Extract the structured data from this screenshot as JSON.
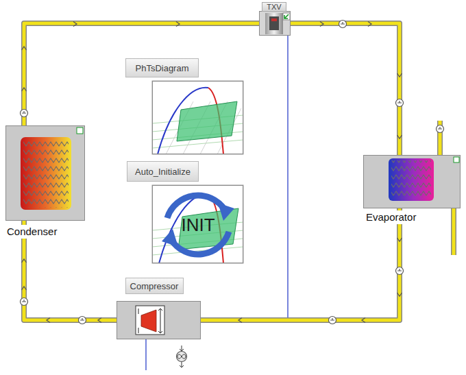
{
  "diagram": {
    "nodes": [
      {
        "text": [
          "TXV"
        ]
      },
      {
        "text": [
          "PhTsDiagram"
        ]
      },
      {
        "text": [
          "Auto_Initialize"
        ]
      },
      {
        "text": [
          "Condenser"
        ]
      },
      {
        "text": [
          "Evaporator"
        ]
      },
      {
        "text": [
          "Compressor"
        ]
      }
    ],
    "edges": [
      {
        "from": 3,
        "to": 0,
        "arrow": "none"
      },
      {
        "from": 0,
        "to": 4,
        "arrow": "none"
      },
      {
        "from": 4,
        "to": 5,
        "arrow": "none"
      },
      {
        "from": 5,
        "to": 3,
        "arrow": "none"
      }
    ],
    "labels": [
      "INIT"
    ]
  }
}
